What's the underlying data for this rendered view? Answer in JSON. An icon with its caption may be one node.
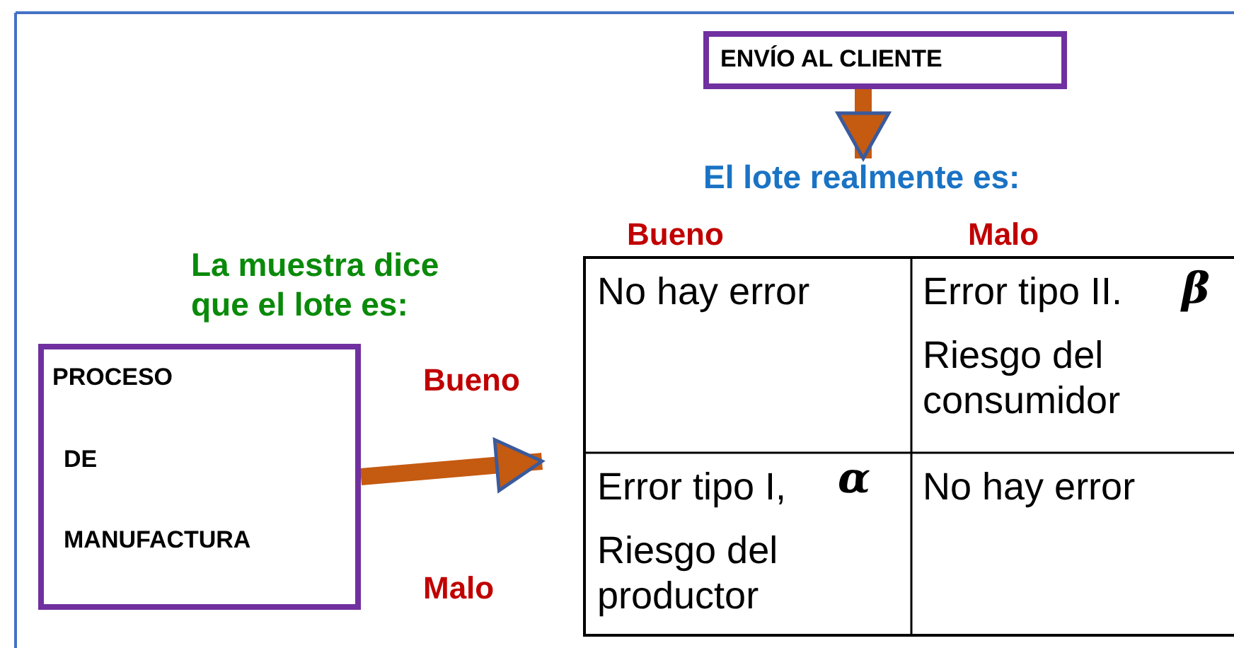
{
  "diagram": {
    "nodes": [
      {
        "text": [
          "ENVÍO AL CLIENTE"
        ]
      },
      {
        "text": [
          "El lote realmente es:"
        ]
      },
      {
        "text": [
          "PROCESO",
          "DE",
          "MANUFACTURA"
        ]
      }
    ],
    "edges": [
      {
        "from": 0,
        "to": 1,
        "arrow": "to"
      },
      {
        "from": 2,
        "to": null,
        "arrow": "to"
      }
    ],
    "labels": [
      "Bueno",
      "Malo",
      "La muestra dice que el lote es:",
      "Bueno",
      "Malo",
      "No hay error",
      "Error tipo II.",
      "β",
      "Riesgo del consumidor",
      "Error tipo I,",
      "α",
      "Riesgo del productor",
      "No hay error"
    ]
  }
}
